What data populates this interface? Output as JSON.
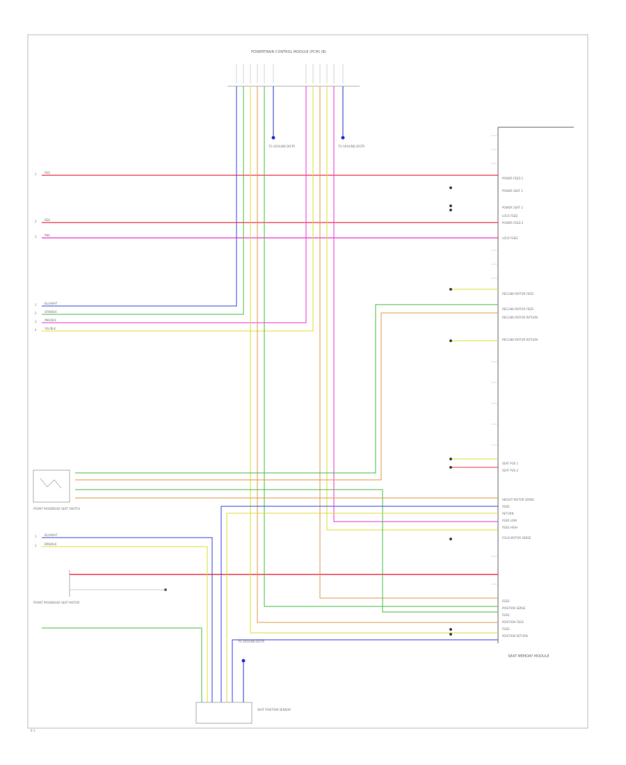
{
  "header_connector": {
    "title": "POWERTRAIN CONTROL MODULE (PCM) (B)"
  },
  "splices": {
    "top_left": "TO GROUND DISTR",
    "top_right": "TO GROUND DISTR",
    "bottom": "TO GROUND DISTR"
  },
  "module": {
    "name": "SEAT MEMORY MODULE"
  },
  "left_pins": [
    "1",
    "2",
    "3",
    "1",
    "2",
    "3",
    "4",
    "1",
    "2"
  ],
  "left_wires": [
    "RED",
    "RED",
    "PNK",
    "BLU/WHT",
    "GRN/BLK",
    "PNK/BLK",
    "YEL/BLK",
    "BLU/WHT",
    "BRN/BLK"
  ],
  "right_labels": [
    "POWER FEED 1",
    "POWER SEAT 1",
    "POWER SEAT 2",
    "LOCK FEED",
    "POWER FEED 2",
    "LOCK FEED",
    "RECLINE MOTOR FEED",
    "RECLINE MOTOR FEED",
    "RECLINE MOTOR RETURN",
    "RECLINE MOTOR RETURN",
    "SEAT POS 1",
    "SEAT POS 2",
    "HEIGHT MOTOR SENSE",
    "FEED",
    "RETURN",
    "FEED LOW",
    "FEED HIGH",
    "FOLD MOTOR SENSE",
    "FEED",
    "POSITION SENSE",
    "FEED",
    "POSITION FEED",
    "FEED",
    "POSITION RETURN"
  ],
  "components": {
    "switch": "FRONT PASSENGER SEAT SWITCH",
    "fuse_box": "FRONT PASSENGER SEAT MOTOR",
    "bottom_conn": "SEAT POSITION SENSOR",
    "ref": "E-1"
  }
}
